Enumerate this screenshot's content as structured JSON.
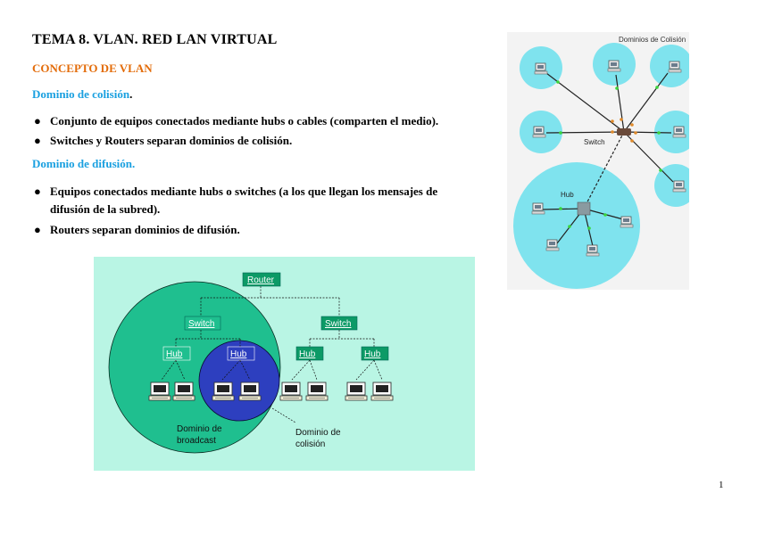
{
  "document": {
    "title": "TEMA 8. VLAN. RED LAN VIRTUAL",
    "section_heading": "CONCEPTO DE VLAN",
    "subsection1": {
      "heading": "Dominio de colisión",
      "trailing": "."
    },
    "bullets1": [
      "Conjunto de equipos conectados mediante hubs o cables (comparten el medio).",
      "Switches y Routers separan dominios de colisión."
    ],
    "subsection2": {
      "heading": "Dominio de difusión."
    },
    "bullets2": [
      "Equipos conectados mediante hubs o switches (a los que llegan los mensajes de",
      "difusión de la subred).",
      "Routers separan dominios de difusión."
    ],
    "page_number": "1"
  },
  "figure_collision": {
    "title": "Dominios de Colisión",
    "switch_label": "Switch",
    "hub_label": "Hub"
  },
  "figure_broadcast": {
    "router_label": "Router",
    "switch_label": "Switch",
    "hub_label": "Hub",
    "broadcast_label_1": "Dominio de",
    "broadcast_label_2": "broadcast",
    "collision_label_1": "Dominio de",
    "collision_label_2": "colisión"
  },
  "colors": {
    "orange_heading": "#e36c0a",
    "blue_heading": "#1aa0e0",
    "cyan_domain": "#7fe3ee",
    "green_background": "#b9f5e4",
    "teal_circle": "#1fbf8f",
    "blue_circle": "#2d3fbf"
  }
}
